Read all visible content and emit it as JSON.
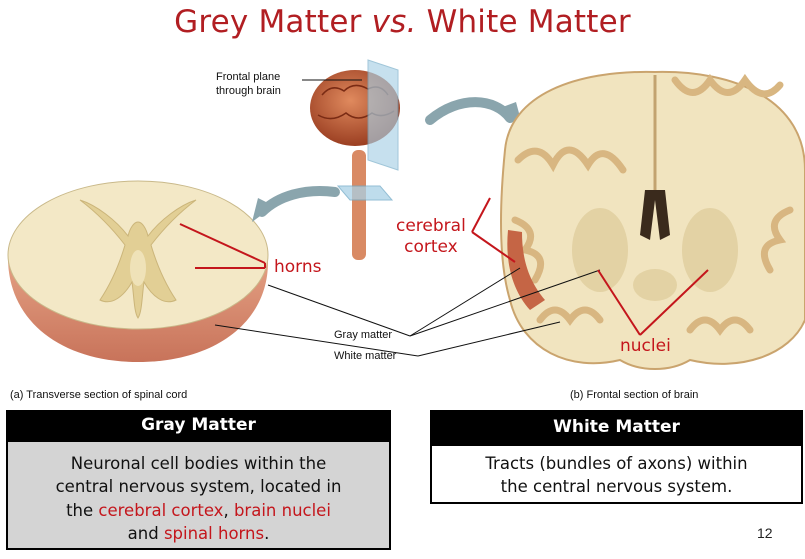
{
  "title": {
    "main": "Grey Matter ",
    "vs": "vs.",
    "end": " White Matter"
  },
  "figure": {
    "frontal_plane_label_line1": "Frontal plane",
    "frontal_plane_label_line2": "through brain",
    "gray_matter_label": "Gray matter",
    "white_matter_label": "White matter",
    "caption_a": "(a) Transverse section of spinal cord",
    "caption_b": "(b) Frontal section of brain",
    "annotations": {
      "horns": "horns",
      "cerebral_line1": "cerebral",
      "cerebral_line2": "cortex",
      "nuclei": "nuclei"
    }
  },
  "gray_box": {
    "heading": "Gray Matter",
    "text_1": "Neuronal cell bodies within the",
    "text_2": "central nervous system, located in",
    "text_3_pre": "the ",
    "text_3_red1": "cerebral cortex",
    "text_3_mid": ", ",
    "text_3_red2": "brain nuclei",
    "text_4_pre": "and ",
    "text_4_red": "spinal horns",
    "text_4_post": "."
  },
  "white_box": {
    "heading": "White Matter",
    "text_1": "Tracts (bundles of axons) within",
    "text_2": "the central nervous system."
  },
  "page_number": "12",
  "colors": {
    "title_red": "#b11e22",
    "annotation_red": "#c4161c",
    "gray_box_bg": "#d4d4d4"
  }
}
